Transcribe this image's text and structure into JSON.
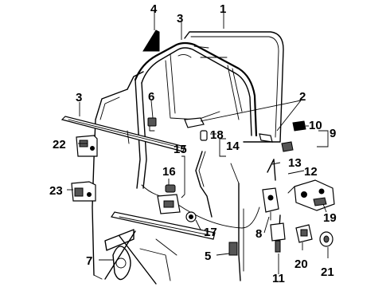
{
  "callouts": [
    {
      "id": "c1",
      "text": "1"
    },
    {
      "id": "c2",
      "text": "2"
    },
    {
      "id": "c3a",
      "text": "3"
    },
    {
      "id": "c3b",
      "text": "3"
    },
    {
      "id": "c4",
      "text": "4"
    },
    {
      "id": "c5",
      "text": "5"
    },
    {
      "id": "c6",
      "text": "6"
    },
    {
      "id": "c7",
      "text": "7"
    },
    {
      "id": "c8",
      "text": "8"
    },
    {
      "id": "c9",
      "text": "9"
    },
    {
      "id": "c10",
      "text": "10"
    },
    {
      "id": "c11",
      "text": "11"
    },
    {
      "id": "c12",
      "text": "12"
    },
    {
      "id": "c13",
      "text": "13"
    },
    {
      "id": "c14",
      "text": "14"
    },
    {
      "id": "c15",
      "text": "15"
    },
    {
      "id": "c16",
      "text": "16"
    },
    {
      "id": "c17",
      "text": "17"
    },
    {
      "id": "c18",
      "text": "18"
    },
    {
      "id": "c19",
      "text": "19"
    },
    {
      "id": "c20",
      "text": "20"
    },
    {
      "id": "c21",
      "text": "21"
    },
    {
      "id": "c22",
      "text": "22"
    },
    {
      "id": "c23",
      "text": "23"
    }
  ]
}
